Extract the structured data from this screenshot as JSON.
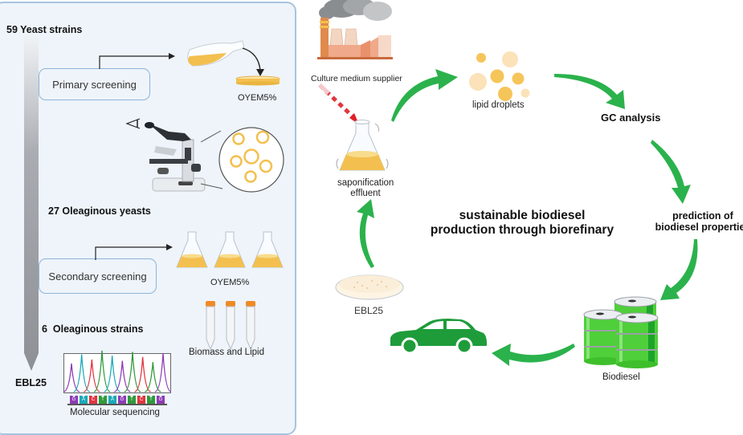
{
  "left_panel": {
    "stages": [
      {
        "count_label": "59 Yeast strains"
      },
      {
        "count_label": "27 Oleaginous yeasts"
      },
      {
        "count_label": "6  Oleaginous strains"
      },
      {
        "count_label": "EBL25"
      }
    ],
    "steps": {
      "primary": {
        "label": "Primary screening",
        "medium": "OYEM5%"
      },
      "secondary": {
        "label": "Secondary screening",
        "medium": "OYEM5%"
      },
      "biomass": {
        "label": "Biomass and Lipid"
      },
      "sequencing": {
        "label": "Molecular sequencing",
        "bases": [
          "G",
          "A",
          "C",
          "T",
          "A",
          "G",
          "T",
          "C",
          "T",
          "G"
        ]
      }
    }
  },
  "cycle": {
    "title_line1": "sustainable biodiesel",
    "title_line2": "production through biorefinary",
    "nodes": {
      "supplier": "Culture medium supplier",
      "effluent_line1": "saponification",
      "effluent_line2": "effluent",
      "lipid": "lipid droplets",
      "gc": "GC analysis",
      "prediction_line1": "prediction of",
      "prediction_line2": "biodiesel properties",
      "biodiesel": "Biodiesel",
      "strain": "EBL25"
    }
  },
  "colors": {
    "arrow_green": "#2bb24c",
    "barrel_green": "#4fcf3a",
    "car_green": "#1e9c3a",
    "yellow_medium": "#f3c04f",
    "panel_bg": "#eef4fa",
    "panel_border": "#a9c3dd",
    "dashed_red": "#e0202a"
  }
}
